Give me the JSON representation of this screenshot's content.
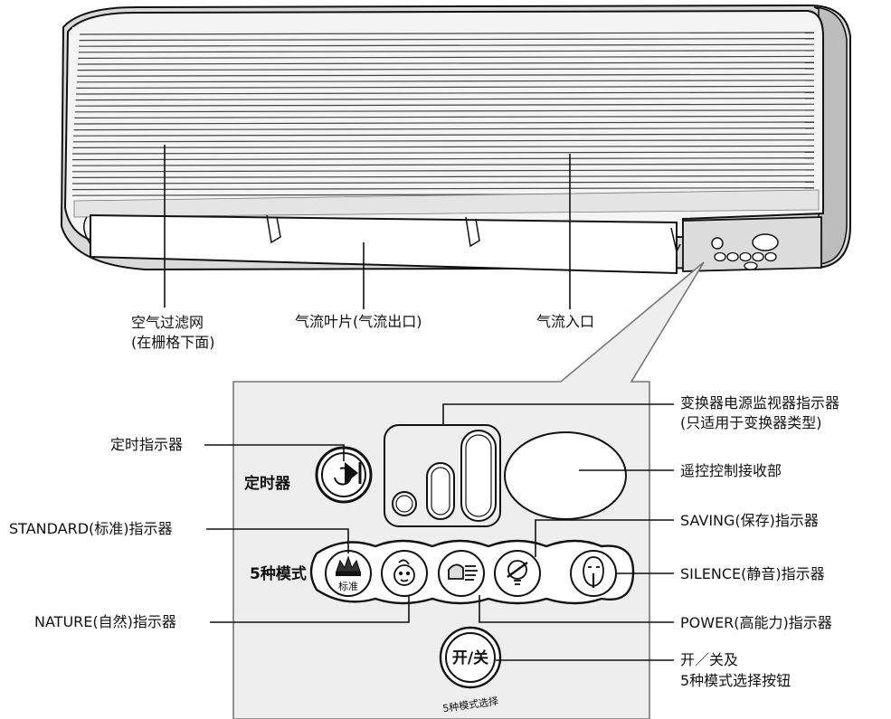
{
  "labels": {
    "air_filter": [
      "空气过滤网",
      "(在栅格下面)"
    ],
    "air_blade": "气流叶片(气流出口)",
    "air_inlet": "气流入口",
    "inverter_monitor": [
      "变换器电源监视器指示器",
      "(只适用于变换器类型)"
    ],
    "timer_indicator": "定时指示器",
    "remote_receiver": "遥控控制接收部",
    "standard_indicator": "STANDARD(标准)指示器",
    "saving_indicator": "SAVING(保存)指示器",
    "silence_indicator": "SILENCE(静音)指示器",
    "nature_indicator": "NATURE(自然)指示器",
    "power_indicator": "POWER(高能力)指示器",
    "onoff_button_desc": [
      "开／关及",
      "5种模式选择按钮"
    ]
  },
  "panel": {
    "timer_text": "定时器",
    "mode_text": "5种模式",
    "standard_badge": "标准",
    "onoff_text": "开/关",
    "onoff_sub": "5种模式选择"
  },
  "colors": {
    "panel_bg": "#eeeeee",
    "unit_body": "#ffffff",
    "line": "#111111"
  }
}
